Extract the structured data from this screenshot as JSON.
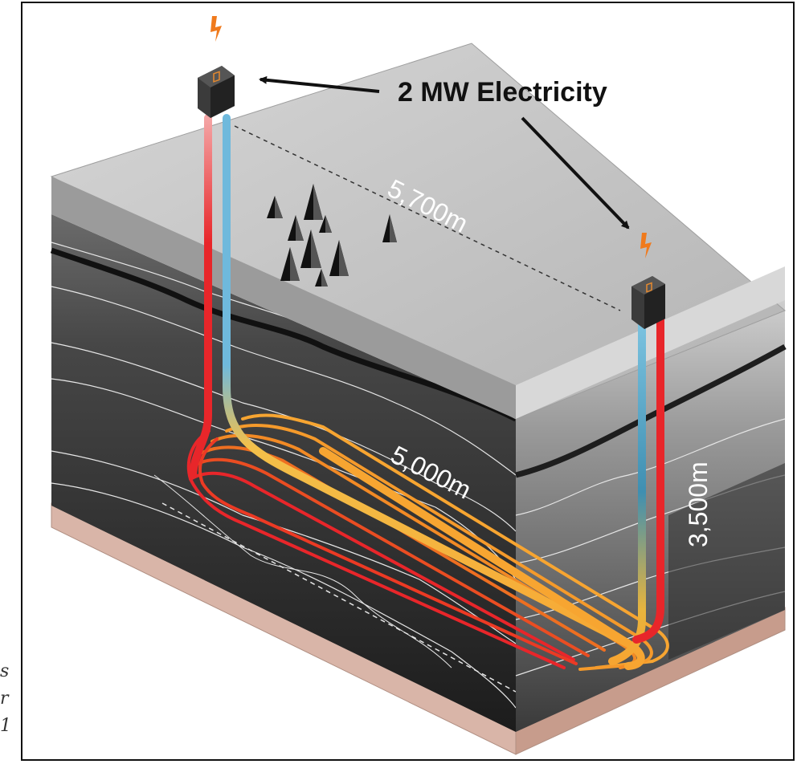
{
  "labels": {
    "power_output": "2 MW Electricity",
    "horizontal_length": "5,700m",
    "lateral_length": "5,000m",
    "vertical_depth": "3,500m"
  },
  "margin_fragments": [
    "s",
    "r",
    "1"
  ],
  "colors": {
    "hot_pipe": "#e8262a",
    "warm_pipe": "#f7a531",
    "cold_pipe": "#5fb6d8",
    "surface": "#bdbdbd",
    "rock_dark": "#2a2a2a",
    "base": "#d9b5a8",
    "contour_line": "#e6e6e6",
    "lightning": "#f07a1c"
  },
  "icons": [
    "lightning-icon",
    "wellhead-icon",
    "drill-rig-icon",
    "arrow-icon"
  ]
}
